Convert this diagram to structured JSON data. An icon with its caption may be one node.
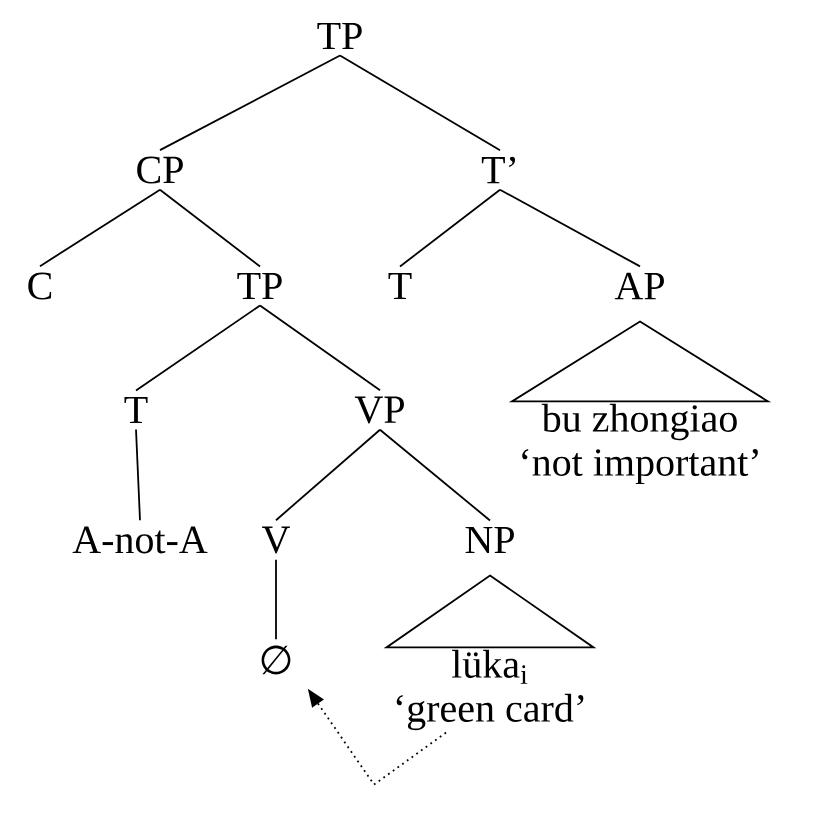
{
  "diagram": {
    "nodes": [
      {
        "text": [
          "TP"
        ]
      },
      {
        "text": [
          "CP"
        ]
      },
      {
        "text": [
          "T’"
        ]
      },
      {
        "text": [
          "C"
        ]
      },
      {
        "text": [
          "TP"
        ]
      },
      {
        "text": [
          "T"
        ]
      },
      {
        "text": [
          "AP"
        ]
      },
      {
        "text": [
          "T"
        ]
      },
      {
        "text": [
          "VP"
        ]
      },
      {
        "text": [
          "bu zhongiao",
          "‘not important’"
        ]
      },
      {
        "text": [
          "A-not-A"
        ]
      },
      {
        "text": [
          "V"
        ]
      },
      {
        "text": [
          "NP"
        ]
      },
      {
        "text": [
          "∅"
        ]
      },
      {
        "text": [
          "lüka$_{i}$",
          "‘green card’"
        ]
      }
    ],
    "edges": [
      {
        "from": 0,
        "to": 1,
        "arrow": "none"
      },
      {
        "from": 0,
        "to": 2,
        "arrow": "none"
      },
      {
        "from": 1,
        "to": 3,
        "arrow": "none"
      },
      {
        "from": 1,
        "to": 4,
        "arrow": "none"
      },
      {
        "from": 2,
        "to": 5,
        "arrow": "none"
      },
      {
        "from": 2,
        "to": 6,
        "arrow": "none"
      },
      {
        "from": 6,
        "to": 9,
        "arrow": "none"
      },
      {
        "from": 4,
        "to": 7,
        "arrow": "none"
      },
      {
        "from": 4,
        "to": 8,
        "arrow": "none"
      },
      {
        "from": 7,
        "to": 10,
        "arrow": "none"
      },
      {
        "from": 8,
        "to": 11,
        "arrow": "none"
      },
      {
        "from": 8,
        "to": 12,
        "arrow": "none"
      },
      {
        "from": 11,
        "to": 13,
        "arrow": "none"
      },
      {
        "from": 12,
        "to": 14,
        "arrow": "none"
      },
      {
        "from": 14,
        "to": 13,
        "arrow": "to",
        "style": "dashed"
      }
    ]
  }
}
